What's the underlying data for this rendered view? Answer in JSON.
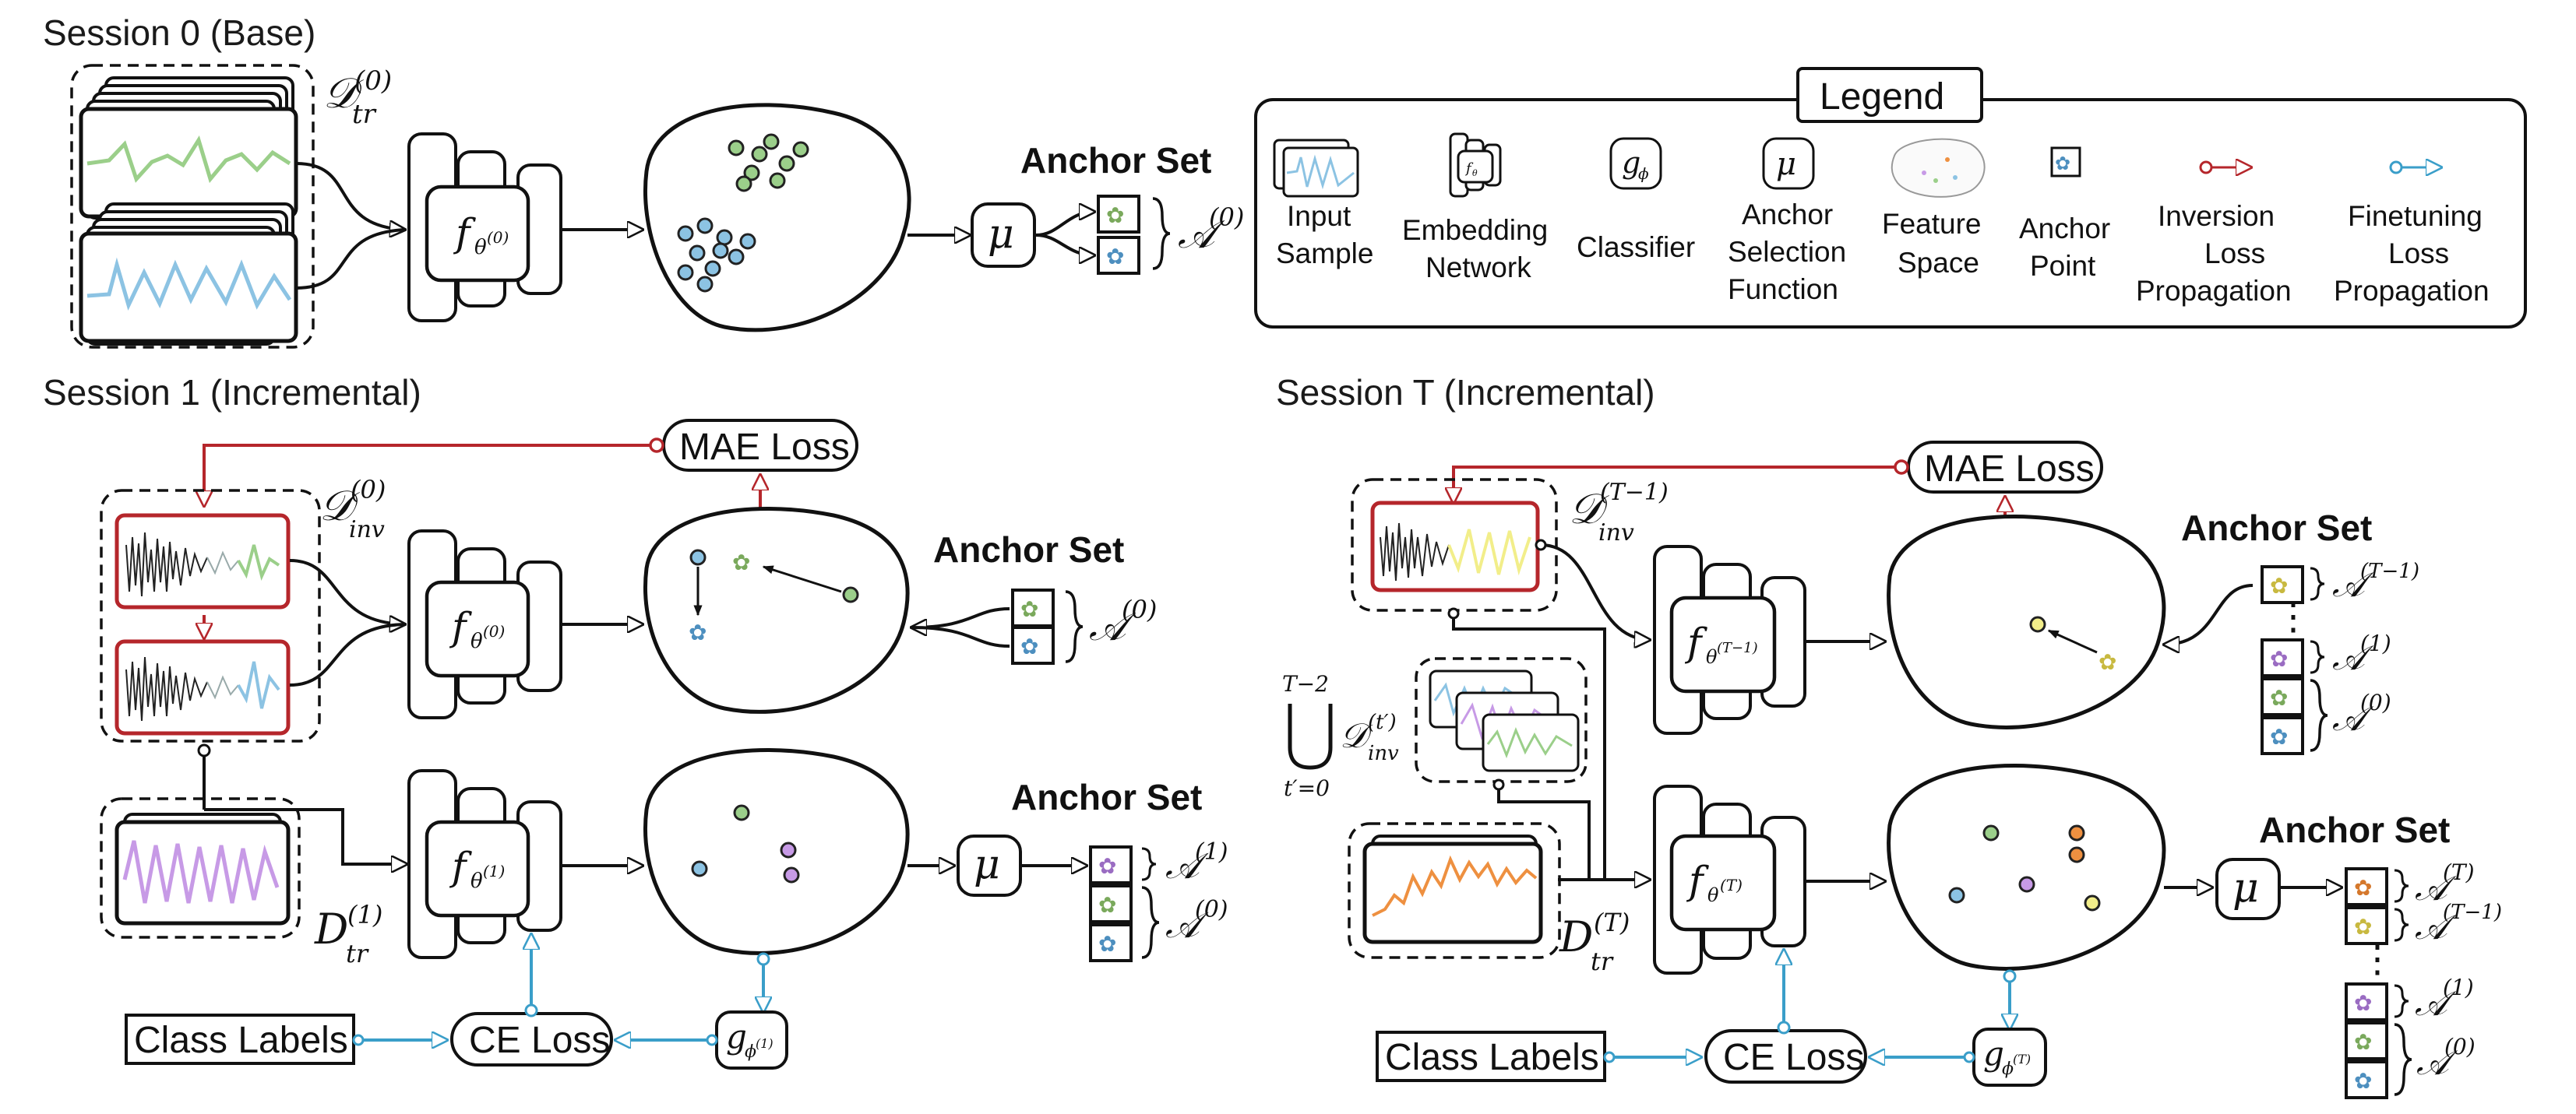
{
  "session0": {
    "title": "Session 0 (Base)",
    "data_label": "𝒟",
    "data_sub": "tr",
    "data_sup": "(0)",
    "encoder_sub": "θ",
    "encoder_sup": "(0)",
    "anchor_title": "Anchor Set",
    "anchor_fn": "μ",
    "anchor_set_label": "𝒜",
    "anchor_set_sup": "(0)"
  },
  "legend": {
    "title": "Legend",
    "items": [
      {
        "label1": "Input",
        "label2": "Sample",
        "label3": ""
      },
      {
        "label1": "Embedding",
        "label2": "Network",
        "label3": ""
      },
      {
        "label1": "Classifier",
        "label2": "",
        "label3": ""
      },
      {
        "label1": "Anchor",
        "label2": "Selection",
        "label3": "Function"
      },
      {
        "label1": "Feature",
        "label2": "Space",
        "label3": ""
      },
      {
        "label1": "Anchor",
        "label2": "Point",
        "label3": ""
      },
      {
        "label1": "Inversion",
        "label2": "Loss",
        "label3": "Propagation"
      },
      {
        "label1": "Finetuning",
        "label2": "Loss",
        "label3": "Propagation"
      }
    ],
    "glyph_f": "f",
    "glyph_f_sub": "θ",
    "glyph_g": "g",
    "glyph_g_sub": "ϕ",
    "glyph_mu": "μ"
  },
  "session1": {
    "title": "Session 1 (Incremental)",
    "mae_loss": "MAE Loss",
    "inv_label": "𝒟",
    "inv_sub": "inv",
    "inv_sup": "(0)",
    "encoder_top_sup": "(0)",
    "anchor_title_top": "Anchor Set",
    "anchor_top_sup": "(0)",
    "tr_label": "D",
    "tr_sub": "tr",
    "tr_sup": "(1)",
    "encoder_bottom_sup": "(1)",
    "anchor_title_bottom": "Anchor Set",
    "anchor_fn": "μ",
    "anchor_bottom_sup1": "(1)",
    "anchor_bottom_sup0": "(0)",
    "class_labels": "Class Labels",
    "ce_loss": "CE Loss",
    "classifier_sup": "(1)"
  },
  "sessionT": {
    "title": "Session T (Incremental)",
    "mae_loss": "MAE Loss",
    "inv_sup": "(T−1)",
    "encoder_top_sup": "(T−1)",
    "anchor_title_top": "Anchor Set",
    "anchor_top_sups": [
      "(T−1)",
      "(1)",
      "(0)"
    ],
    "union_top": "T−2",
    "union_bottom": "t′=0",
    "union_sup": "(t′)",
    "tr_sup": "(T)",
    "encoder_bottom_sup": "(T)",
    "anchor_title_bottom": "Anchor Set",
    "anchor_fn": "μ",
    "anchor_bottom_sups": [
      "(T)",
      "(T−1)",
      "(1)",
      "(0)"
    ],
    "class_labels": "Class Labels",
    "ce_loss": "CE Loss",
    "classifier_sup": "(T)",
    "ellipsis": "⋮"
  },
  "colors": {
    "inversion": "#b5262b",
    "finetune": "#3a9ec9",
    "green": "#9bcf8a",
    "blue": "#8cc3e3",
    "purple": "#c79ae6",
    "orange": "#ee9040",
    "yellow": "#f2ee8a"
  }
}
